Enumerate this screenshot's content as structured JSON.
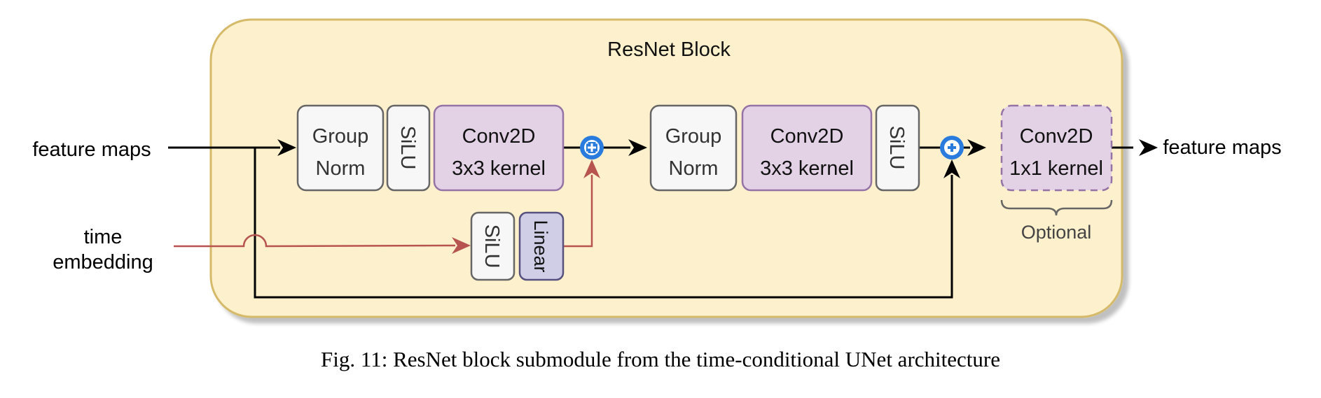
{
  "block_title": "ResNet Block",
  "input_label": "feature maps",
  "output_label": "feature maps",
  "time_label_line1": "time",
  "time_label_line2": "embedding",
  "groupnorm1": {
    "line1": "Group",
    "line2": "Norm"
  },
  "silu1": "SiLU",
  "conv1": {
    "line1": "Conv2D",
    "line2": "3x3 kernel"
  },
  "groupnorm2": {
    "line1": "Group",
    "line2": "Norm"
  },
  "conv2": {
    "line1": "Conv2D",
    "line2": "3x3 kernel"
  },
  "silu2": "SiLU",
  "conv_opt": {
    "line1": "Conv2D",
    "line2": "1x1 kernel"
  },
  "optional_label": "Optional",
  "time_silu": "SiLU",
  "time_linear": "Linear",
  "caption": "Fig. 11: ResNet block submodule from the time-conditional UNet architecture",
  "colors": {
    "block_fill": "#FDF0CC",
    "block_stroke": "#D5BA6A",
    "box_fill": "#F7F7F7",
    "box_stroke": "#666666",
    "conv_fill": "#E3D2E6",
    "conv_stroke": "#9673A6",
    "linear_fill": "#D0CEE6",
    "linear_stroke": "#56517E",
    "time_arrow": "#B85450",
    "add_blue": "#2A7BDE"
  }
}
